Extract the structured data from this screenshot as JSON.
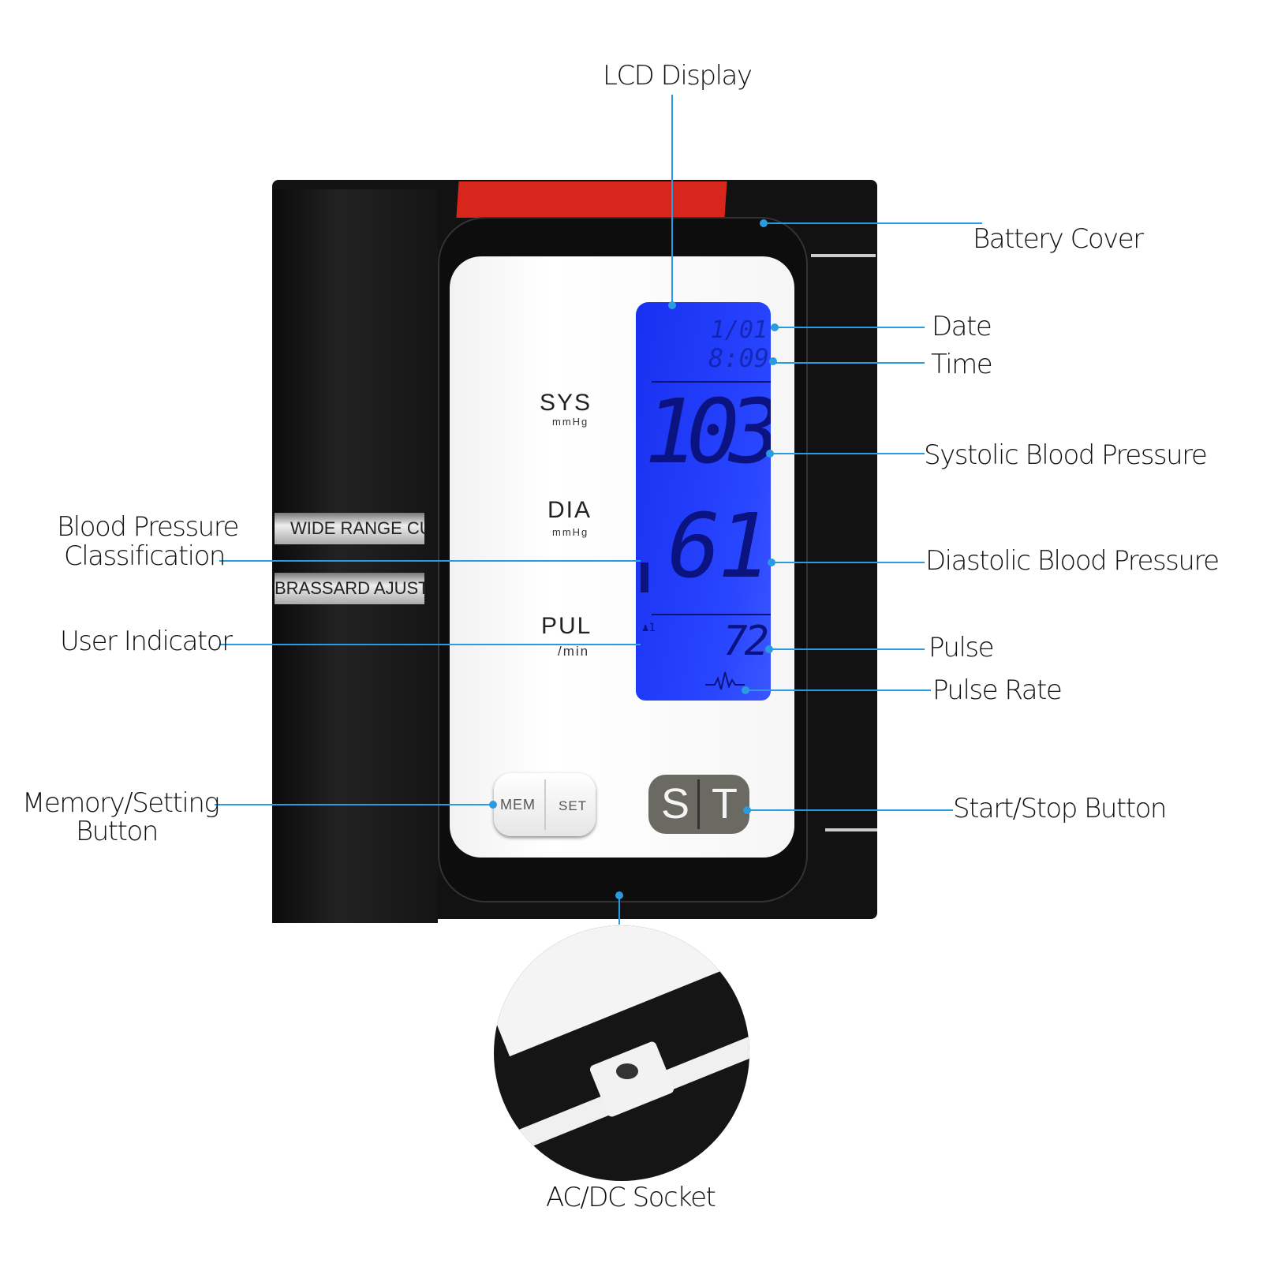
{
  "labels": {
    "lcd_display": "LCD Display",
    "battery_cover": "Battery Cover",
    "date": "Date",
    "time": "Time",
    "systolic": "Systolic Blood Pressure",
    "diastolic": "Diastolic Blood Pressure",
    "pulse": "Pulse",
    "pulse_rate": "Pulse Rate",
    "start_stop": "Start/Stop Button",
    "bp_class_1": "Blood Pressure",
    "bp_class_2": "Classification",
    "user_indicator": "User Indicator",
    "mem_set_1": "Memory/Setting",
    "mem_set_2": "Button",
    "acdc": "AC/DC Socket"
  },
  "device": {
    "cuff_label_1": "WIDE RANGE CUFF",
    "cuff_label_2": "BRASSARD AJUSTABLE",
    "sys": "SYS",
    "sys_unit": "mmHg",
    "dia": "DIA",
    "dia_unit": "mmHg",
    "pul": "PUL",
    "pul_unit": "/min",
    "mem": "MEM",
    "set": "SET",
    "s": "S",
    "t": "T"
  },
  "lcd": {
    "date": "1/01",
    "time": "8:09",
    "systolic": "103",
    "diastolic": "61",
    "pulse": "72",
    "user": "1"
  },
  "colors": {
    "leader_line": "#2a9be0",
    "lcd": "#2845ff",
    "cuff_strap": "#d8261c"
  }
}
